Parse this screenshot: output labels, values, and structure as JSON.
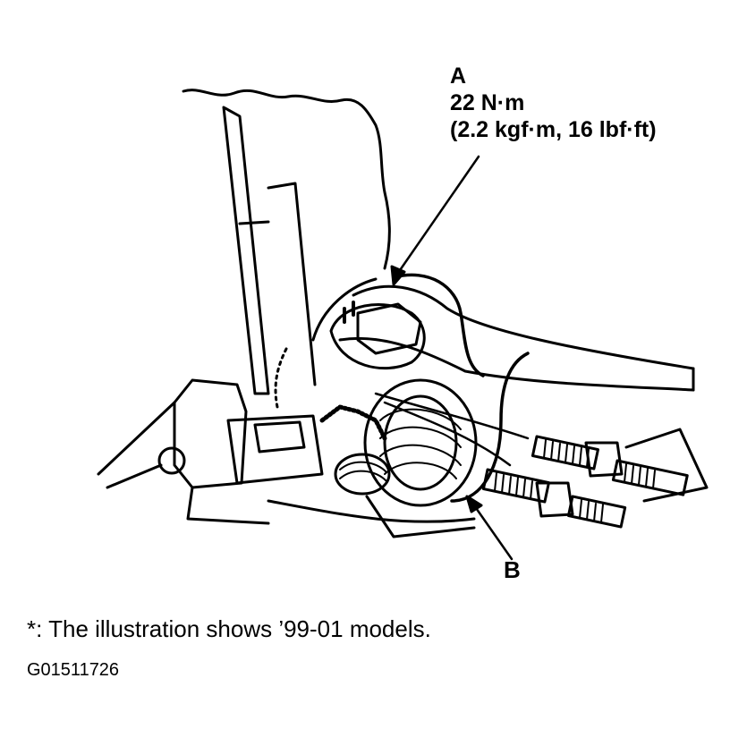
{
  "callout_a": {
    "letter": "A",
    "torque_nm": "22 N·m",
    "torque_alt": "(2.2 kgf·m, 16 lbf·ft)"
  },
  "callout_b": {
    "letter": "B"
  },
  "caption": "*: The illustration shows ’99-01 models.",
  "figure_id": "G01511726"
}
